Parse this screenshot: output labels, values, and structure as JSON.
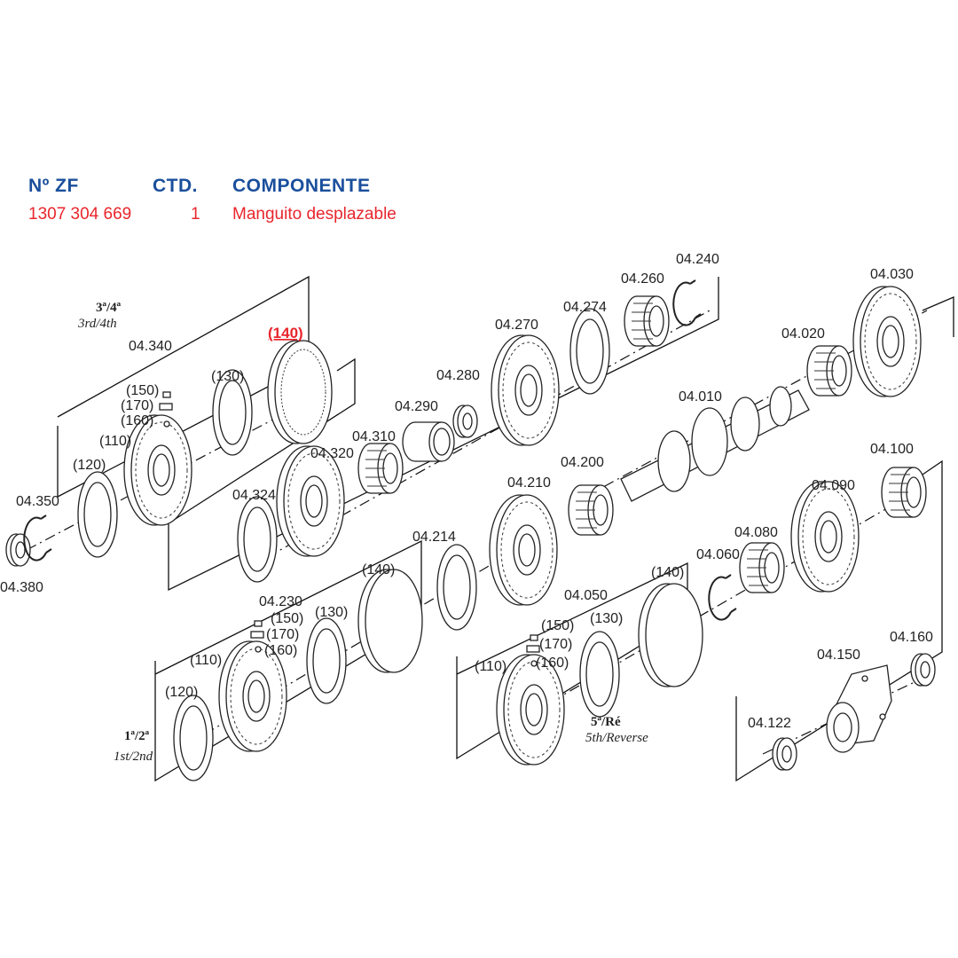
{
  "table": {
    "headers": {
      "part_no": "Nº ZF",
      "qty": "CTD.",
      "component": "COMPONENTE"
    },
    "row": {
      "part_no": "1307 304 669",
      "qty": "1",
      "component": "Manguito desplazable"
    },
    "header_color": "#1a4f9c",
    "row_color": "#e8262c"
  },
  "diagram": {
    "sections": {
      "g34_es": "3ª/4ª",
      "g34_en": "3rd/4th",
      "g12_es": "1ª/2ª",
      "g12_en": "1st/2nd",
      "g5r_es": "5ª/Ré",
      "g5r_en": "5th/Reverse"
    },
    "highlight_label": "(140)",
    "labels": {
      "l04340": "04.340",
      "l150a": "(150)",
      "l170a": "(170)",
      "l160a": "(160)",
      "l130a": "(130)",
      "l110a": "(110)",
      "l120a": "(120)",
      "l04350": "04.350",
      "l04380": "04.380",
      "l04324": "04.324",
      "l04320": "04.320",
      "l04310": "04.310",
      "l04290": "04.290",
      "l04280": "04.280",
      "l04270": "04.270",
      "l04274": "04.274",
      "l04260": "04.260",
      "l04240": "04.240",
      "l04030": "04.030",
      "l04020": "04.020",
      "l04010": "04.010",
      "l04200": "04.200",
      "l04210": "04.210",
      "l04214": "04.214",
      "l140b": "(140)",
      "l04230": "04.230",
      "l150b": "(150)",
      "l170b": "(170)",
      "l160b": "(160)",
      "l130b": "(130)",
      "l110b": "(110)",
      "l120b": "(120)",
      "l04050": "04.050",
      "l140c": "(140)",
      "l150c": "(150)",
      "l130c": "(130)",
      "l170c": "(170)",
      "l160c": "(160)",
      "l110c": "(110)",
      "l04060": "04.060",
      "l04080": "04.080",
      "l04090": "04.090",
      "l04100": "04.100",
      "l04160": "04.160",
      "l04150": "04.150",
      "l04122": "04.122"
    }
  }
}
